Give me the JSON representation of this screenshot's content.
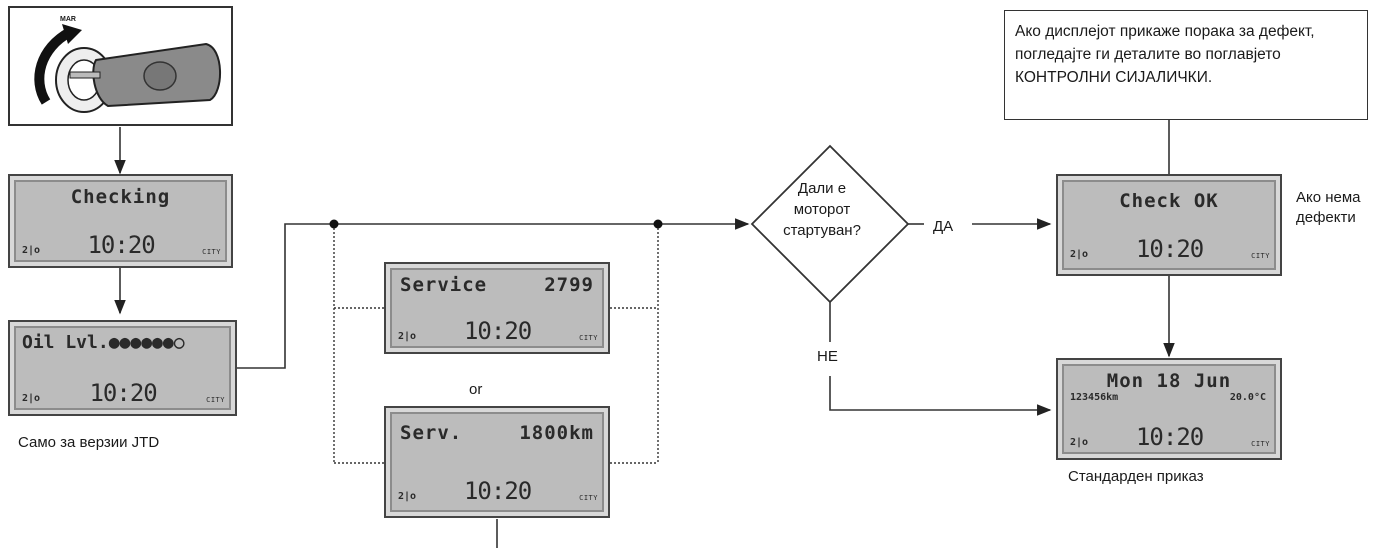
{
  "key_box": {
    "label": "MAR"
  },
  "lcd_checking": {
    "line1": "Checking",
    "gear": "2|o",
    "time": "10:20",
    "mode": "CITY"
  },
  "lcd_oil": {
    "line1": "Oil Lvl.●●●●●●○",
    "gear": "2|o",
    "time": "10:20",
    "mode": "CITY"
  },
  "lcd_service": {
    "line1_left": "Service",
    "line1_right": "2799",
    "gear": "2|o",
    "time": "10:20",
    "mode": "CITY"
  },
  "lcd_serv_km": {
    "line1_left": "Serv.",
    "line1_right": "1800km",
    "gear": "2|o",
    "time": "10:20",
    "mode": "CITY"
  },
  "lcd_check_ok": {
    "line1": "Check OK",
    "gear": "2|o",
    "time": "10:20",
    "mode": "CITY"
  },
  "lcd_standard": {
    "line1": "Mon 18 Jun",
    "odo": "123456km",
    "temp": "20.0°C",
    "gear": "2|o",
    "time": "10:20",
    "mode": "CITY"
  },
  "labels": {
    "or": "or",
    "decision": "Дали е моторот стартуван?",
    "yes": "ДА",
    "no": "НЕ",
    "no_faults": "Ако нема дефекти",
    "caption_jtd": "Само за верзии JTD",
    "caption_standard": "Стандарден приказ",
    "fault_note": "Ако дисплејот прикаже порака за дефект, погледајте ги деталите во поглавјето КОНТРОЛНИ СИЈАЛИЧКИ."
  },
  "colors": {
    "lcd_bg": "#bcbcbc",
    "line": "#333333"
  }
}
